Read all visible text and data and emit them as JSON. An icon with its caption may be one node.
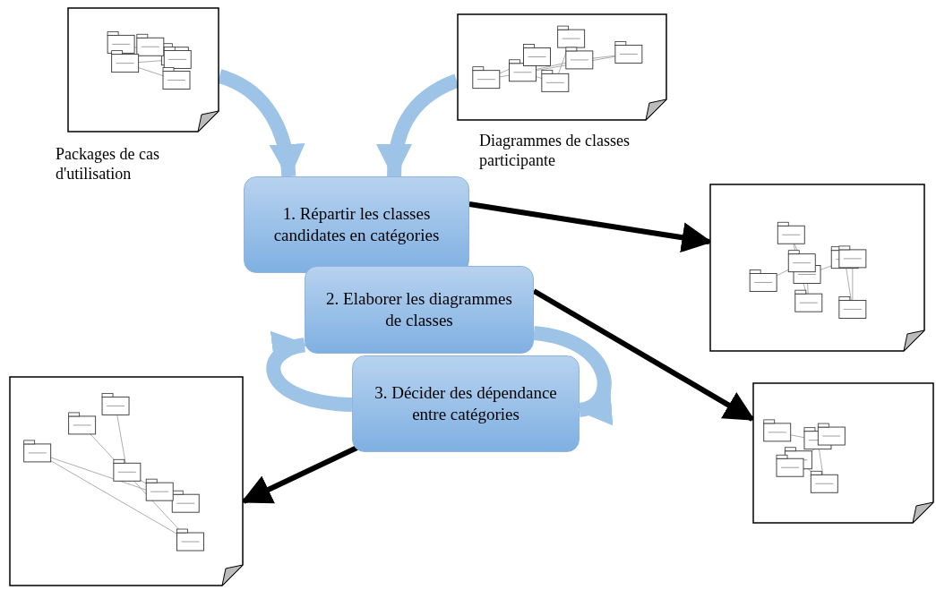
{
  "diagram": {
    "nodes": [
      {
        "text": [],
        "shape": "picture",
        "beside": [
          "Packages de cas d'utilisation"
        ]
      },
      {
        "text": [],
        "shape": "picture",
        "beside": [
          "Diagrammes de classes participante"
        ]
      },
      {
        "text": [
          "1. Répartir les classes candidates en catégories"
        ]
      },
      {
        "text": [
          "2. Elaborer les diagrammes de classes"
        ]
      },
      {
        "text": [
          "3. Décider des dépendance entre catégories"
        ]
      },
      {
        "text": [],
        "shape": "picture"
      },
      {
        "text": [],
        "shape": "picture"
      },
      {
        "text": [],
        "shape": "picture"
      }
    ],
    "edges": [
      {
        "from": 0,
        "to": 2,
        "arrow": "to"
      },
      {
        "from": 1,
        "to": 2,
        "arrow": "to"
      },
      {
        "from": 2,
        "to": 5,
        "arrow": "to",
        "color": "#000000"
      },
      {
        "from": 3,
        "to": 6,
        "arrow": "to",
        "color": "#000000"
      },
      {
        "from": 4,
        "to": 7,
        "arrow": "to",
        "color": "#000000"
      },
      {
        "from": 4,
        "to": 3,
        "arrow": "to"
      },
      {
        "from": 3,
        "to": 4,
        "arrow": "to"
      }
    ]
  }
}
